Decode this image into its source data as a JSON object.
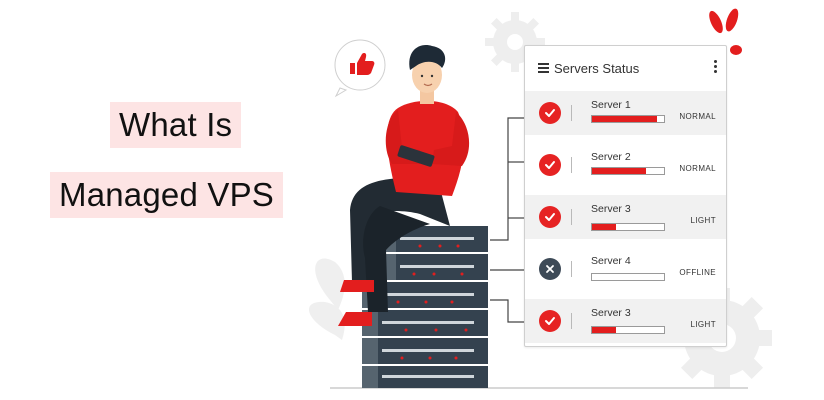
{
  "headline": {
    "line1": "What Is",
    "line2": "Managed VPS"
  },
  "panel": {
    "title": "Servers Status",
    "servers": [
      {
        "name": "Server 1",
        "status": "NORMAL",
        "icon": "check-icon",
        "load": 0.9,
        "shaded": true
      },
      {
        "name": "Server 2",
        "status": "NORMAL",
        "icon": "check-icon",
        "load": 0.75,
        "shaded": false
      },
      {
        "name": "Server 3",
        "status": "LIGHT",
        "icon": "check-icon",
        "load": 0.33,
        "shaded": true
      },
      {
        "name": "Server 4",
        "status": "OFFLINE",
        "icon": "x-icon",
        "load": 0.0,
        "shaded": false
      },
      {
        "name": "Server 3",
        "status": "LIGHT",
        "icon": "check-icon",
        "load": 0.33,
        "shaded": true
      }
    ]
  },
  "colors": {
    "accent": "#e62323",
    "offline": "#3d4a57",
    "title_bg": "#fde4e4",
    "rack": "#34424f",
    "gear": "#eeeeee"
  }
}
